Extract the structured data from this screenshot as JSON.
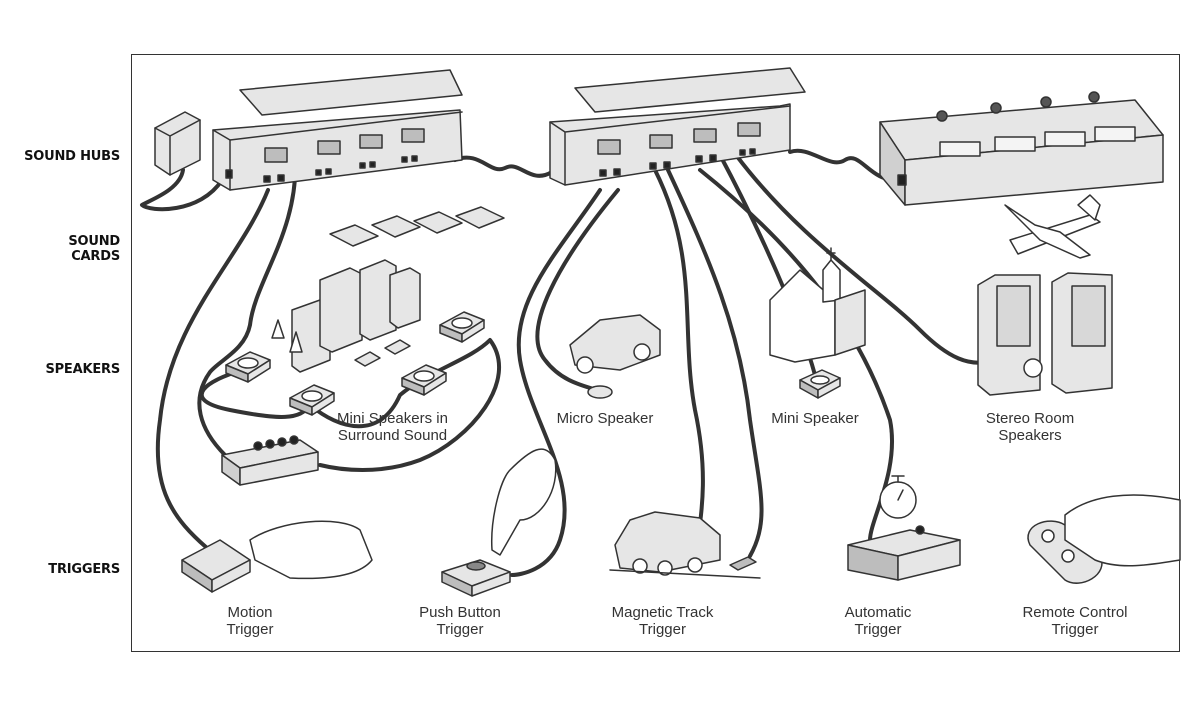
{
  "row_labels": {
    "sound_hubs": "SOUND HUBS",
    "sound_cards": "SOUND CARDS",
    "speakers": "SPEAKERS",
    "triggers": "TRIGGERS"
  },
  "captions": {
    "mini_surround": [
      "Mini Speakers in",
      "Surround Sound"
    ],
    "micro_speaker": [
      "Micro Speaker"
    ],
    "mini_speaker": [
      "Mini Speaker"
    ],
    "stereo_room": [
      "Stereo Room",
      "Speakers"
    ],
    "motion": [
      "Motion",
      "Trigger"
    ],
    "push_button": [
      "Push Button",
      "Trigger"
    ],
    "magnetic_track": [
      "Magnetic Track",
      "Trigger"
    ],
    "automatic": [
      "Automatic",
      "Trigger"
    ],
    "remote_control": [
      "Remote Control",
      "Trigger"
    ]
  },
  "colors": {
    "line": "#333333",
    "fill": "#e6e6e6",
    "fill_dark": "#bdbdbd",
    "frame": "#333333"
  }
}
